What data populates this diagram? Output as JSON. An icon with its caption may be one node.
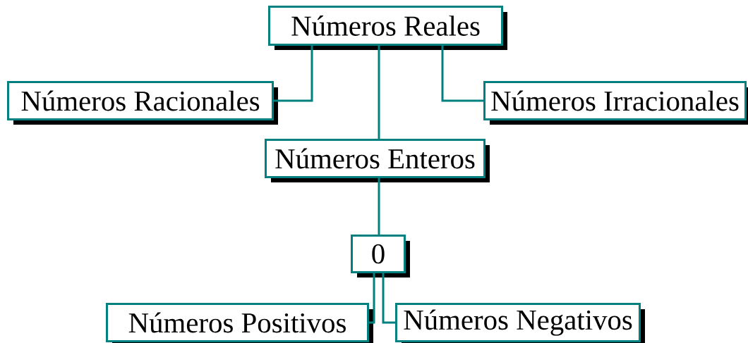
{
  "diagram": {
    "nodes": [
      {
        "text": [
          "Números Reales"
        ]
      },
      {
        "text": [
          "Números Racionales"
        ]
      },
      {
        "text": [
          "Números Irracionales"
        ]
      },
      {
        "text": [
          "Números Enteros"
        ]
      },
      {
        "text": [
          "0"
        ]
      },
      {
        "text": [
          "Números Positivos"
        ]
      },
      {
        "text": [
          "Números Negativos"
        ]
      }
    ],
    "edges": [
      {
        "from": 0,
        "to": 1,
        "arrow": "none"
      },
      {
        "from": 0,
        "to": 2,
        "arrow": "none"
      },
      {
        "from": 0,
        "to": 3,
        "arrow": "none"
      },
      {
        "from": 3,
        "to": 4,
        "arrow": "none"
      },
      {
        "from": 4,
        "to": 5,
        "arrow": "none"
      },
      {
        "from": 4,
        "to": 6,
        "arrow": "none"
      }
    ]
  }
}
